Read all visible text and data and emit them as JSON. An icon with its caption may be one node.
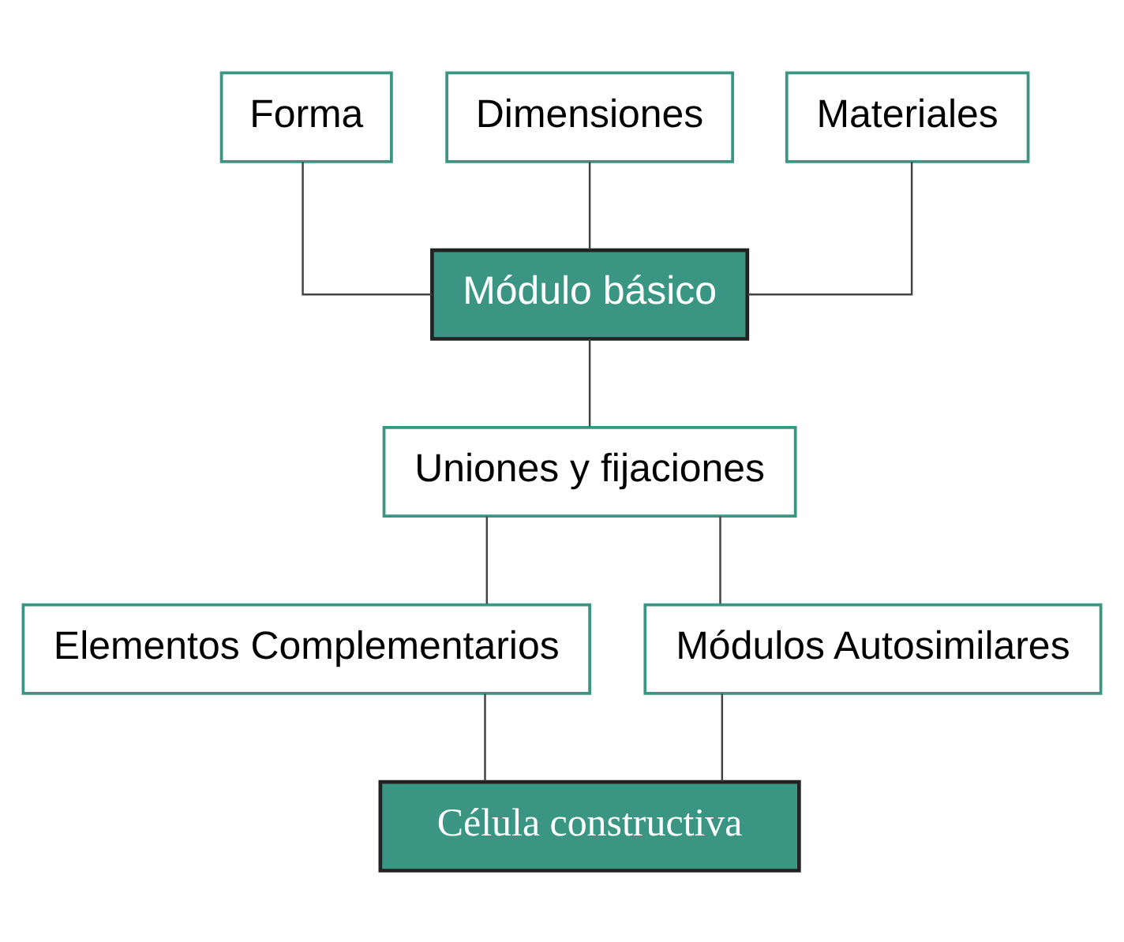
{
  "diagram": {
    "nodes": [
      {
        "text": [
          "Forma"
        ]
      },
      {
        "text": [
          "Dimensiones"
        ]
      },
      {
        "text": [
          "Materiales"
        ]
      },
      {
        "text": [
          "Módulo básico"
        ]
      },
      {
        "text": [
          "Uniones y fijaciones"
        ]
      },
      {
        "text": [
          "Elementos Complementarios"
        ]
      },
      {
        "text": [
          "Módulos Autosimilares"
        ]
      },
      {
        "text": [
          "Célula constructiva"
        ]
      }
    ],
    "edges": [
      {
        "from": 0,
        "to": 3,
        "arrow": "none"
      },
      {
        "from": 1,
        "to": 3,
        "arrow": "none"
      },
      {
        "from": 2,
        "to": 3,
        "arrow": "none"
      },
      {
        "from": 3,
        "to": 4,
        "arrow": "none"
      },
      {
        "from": 4,
        "to": 5,
        "arrow": "none"
      },
      {
        "from": 4,
        "to": 6,
        "arrow": "none"
      },
      {
        "from": 5,
        "to": 7,
        "arrow": "none"
      },
      {
        "from": 6,
        "to": 7,
        "arrow": "none"
      }
    ]
  }
}
